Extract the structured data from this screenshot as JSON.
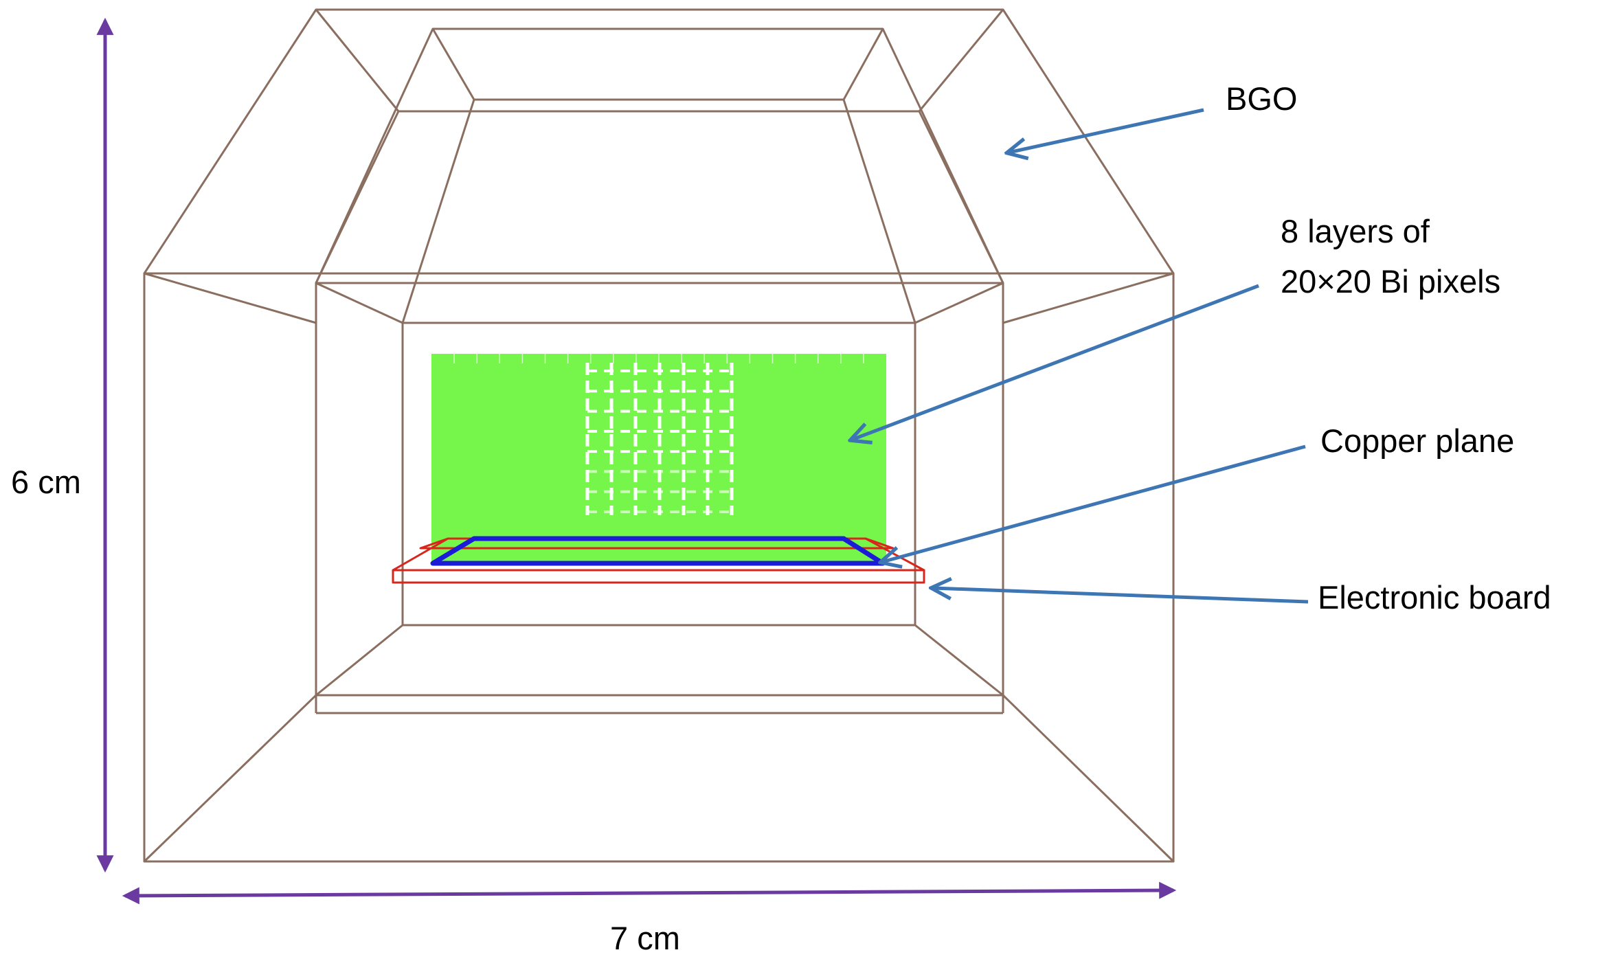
{
  "labels": {
    "bgo": "BGO",
    "pixels_line1": "8 layers of",
    "pixels_line2": "20×20 Bi pixels",
    "copper": "Copper plane",
    "board": "Electronic board",
    "height": "6 cm",
    "width": "7 cm"
  },
  "colors": {
    "bgo_wireframe": "#8a6e60",
    "pixel_fill": "#76f54a",
    "electronic_board": "#d8261c",
    "copper_plane": "#1c1cd8",
    "pointer_arrows": "#3e76b4",
    "dimension_arrows": "#6a3aa0"
  },
  "pixel_array": {
    "layers": 8,
    "grid": "20x20",
    "material": "Bi"
  }
}
